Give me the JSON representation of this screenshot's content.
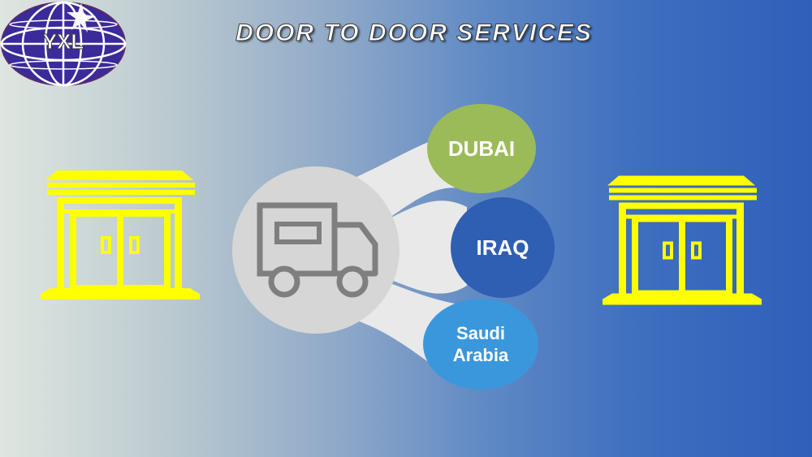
{
  "slide": {
    "title": "DOOR TO DOOR SERVICES"
  },
  "logo": {
    "text": "YXL",
    "icon": "globe-star-icon"
  },
  "origin": {
    "icon": "storefront-icon",
    "color": "#ffff00"
  },
  "destination_store": {
    "icon": "storefront-icon",
    "color": "#ffff00"
  },
  "hub": {
    "icon": "truck-icon",
    "circle_color": "#d6d6d6"
  },
  "destinations": [
    {
      "label": "DUBAI",
      "color": "#9bbb59"
    },
    {
      "label": "IRAQ",
      "color": "#2f5fb3"
    },
    {
      "label": "Saudi Arabia",
      "color": "#3b97dc"
    }
  ]
}
